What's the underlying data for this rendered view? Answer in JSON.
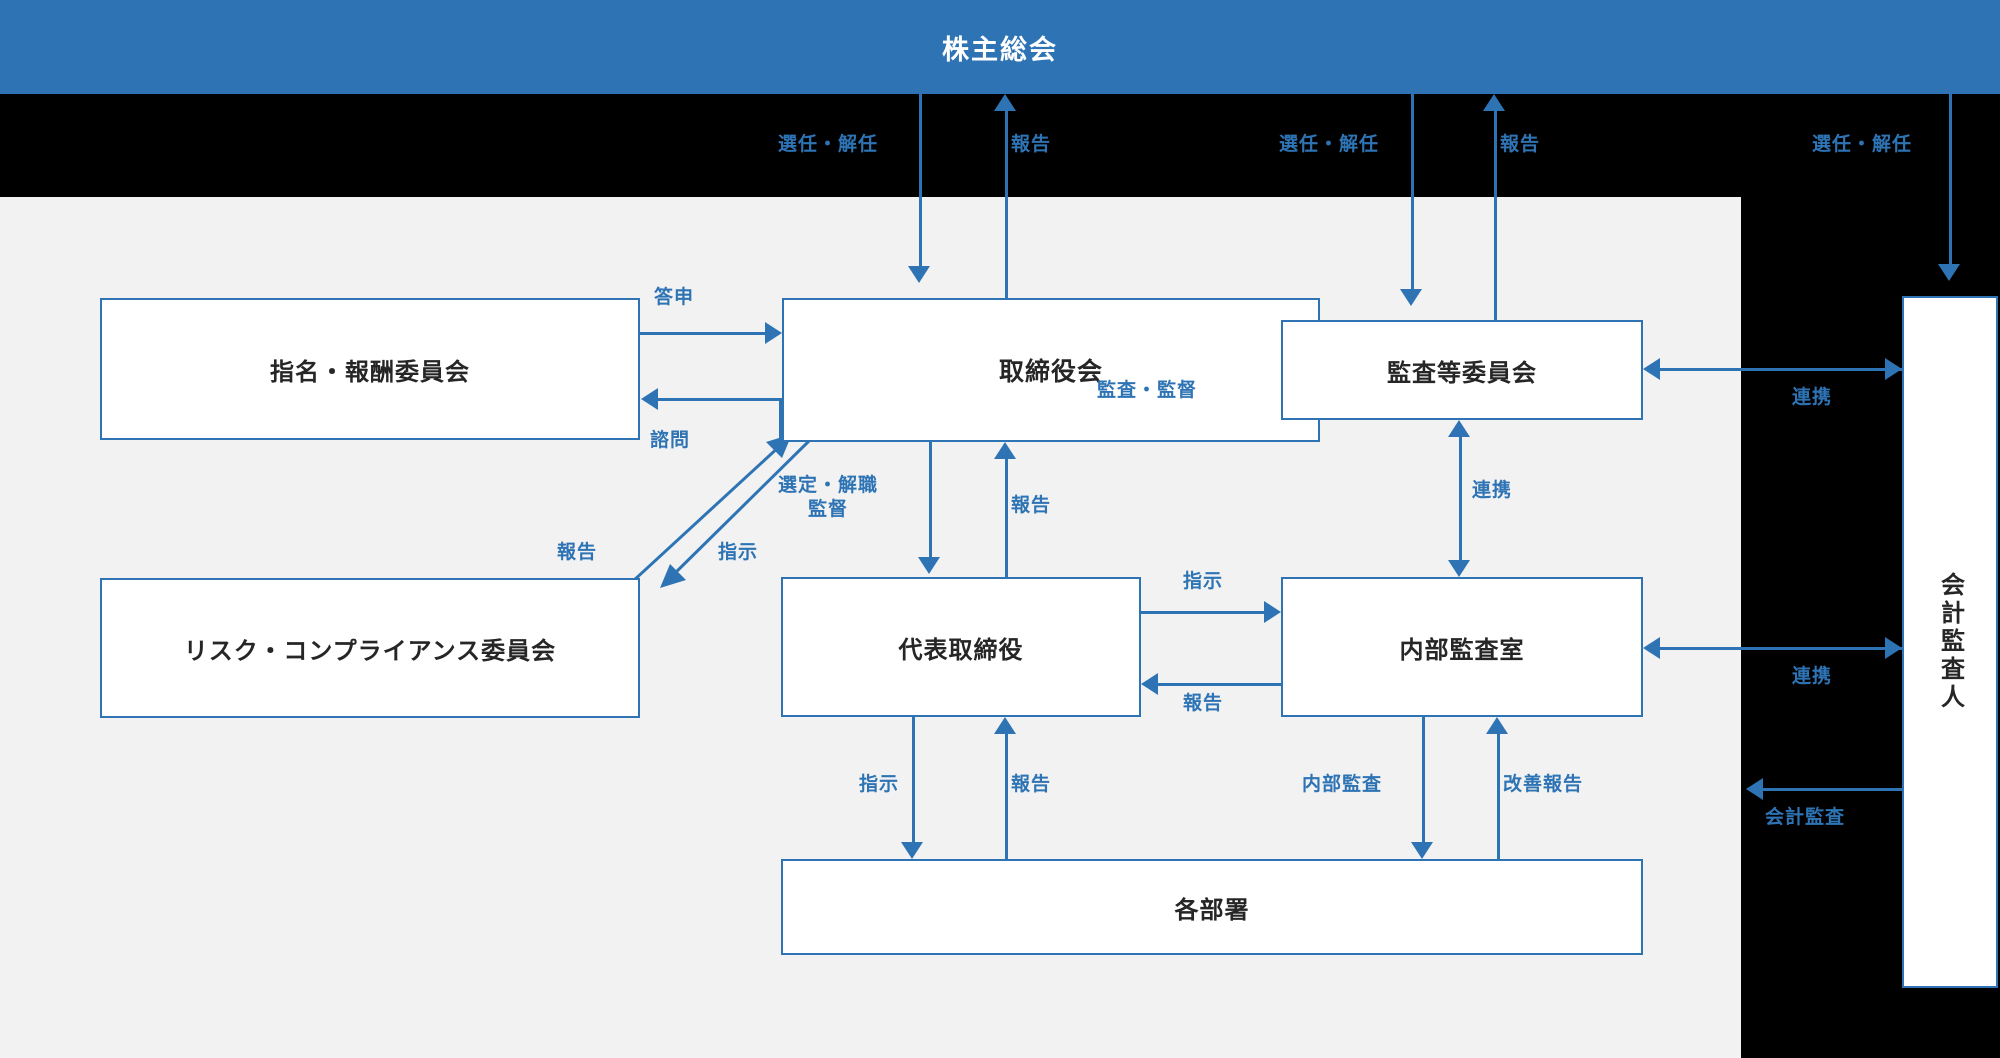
{
  "diagram": {
    "title": "株主総会",
    "palette": {
      "header_bg": "#2e74b5",
      "band_bg": "#000000",
      "canvas_bg": "#f2f2f2",
      "line": "#2e74b5",
      "box_bg": "#ffffff",
      "box_text": "#262626",
      "label_text": "#2e74b5"
    },
    "nodes": {
      "shareholders_meeting": "株主総会",
      "nomination_committee": "指名・報酬委員会",
      "risk_compliance_committee": "リスク・コンプライアンス委員会",
      "board_of_directors": "取締役会",
      "audit_committee": "監査等委員会",
      "representative_director": "代表取締役",
      "internal_audit_office": "内部監査室",
      "departments": "各部署",
      "accounting_auditor": "会計監査人"
    },
    "edge_labels": {
      "appoint_dismiss_board": "選任・解任",
      "report_board_to_meeting": "報告",
      "appoint_dismiss_auditcmt": "選任・解任",
      "report_auditcmt_to_meeting": "報告",
      "appoint_dismiss_accountant": "選任・解任",
      "recommendation": "答申",
      "consultation": "諮問",
      "report_risk_to_board": "報告",
      "instruction_board_to_risk": "指示",
      "audit_supervise": "監査・監督",
      "select_dismiss_supervise": "選定・解職\n監督",
      "select_dismiss_line1": "選定・解職",
      "select_dismiss_line2": "監督",
      "report_rep_to_board": "報告",
      "instruction_rep_to_internal": "指示",
      "report_internal_to_rep": "報告",
      "cooperation_auditcmt_internal": "連携",
      "cooperation_auditcmt_accountant": "連携",
      "cooperation_internal_accountant": "連携",
      "instruction_rep_to_dept": "指示",
      "report_dept_to_rep": "報告",
      "internal_audit": "内部監査",
      "improvement_report": "改善報告",
      "accounting_audit": "会計監査"
    }
  }
}
